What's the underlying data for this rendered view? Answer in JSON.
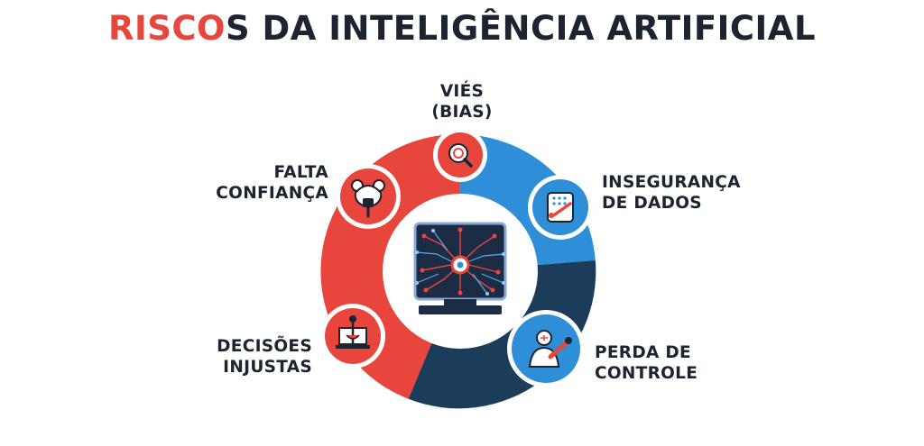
{
  "title": {
    "highlight": "RISCO",
    "rest": "S DA INTELIGÊNCIA ARTIFICIAL"
  },
  "colors": {
    "red": "#e8453c",
    "blue": "#2e8fd8",
    "navy": "#1c3d5a",
    "text": "#1b2430"
  },
  "center": {
    "icon": "ai-chip-monitor-icon"
  },
  "risks": {
    "bias": {
      "line1": "VIÉS",
      "line2": "(BIAS)",
      "icon": "magnifier-target-icon"
    },
    "trust": {
      "line1": "FALTA",
      "line2": "CONFIANÇA",
      "icon": "broken-trust-lock-icon"
    },
    "data": {
      "line1": "INSEGURANÇA",
      "line2": "DE DADOS",
      "icon": "data-breach-icon"
    },
    "unfair": {
      "line1": "DECISÕES",
      "line2": "INJUSTAS",
      "icon": "justice-scale-icon"
    },
    "control": {
      "line1": "PERDA DE",
      "line2": "CONTROLE",
      "icon": "person-robot-arm-icon"
    }
  }
}
